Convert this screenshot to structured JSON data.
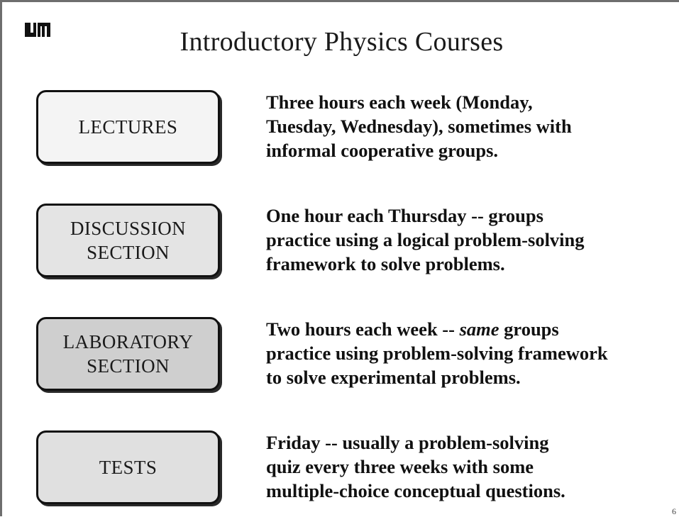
{
  "slide": {
    "title": "Introductory Physics Courses",
    "logo_icon": "umn-logo-icon",
    "page_number": "6",
    "colors": {
      "box_border": "#111111",
      "lectures_fill": "#f4f4f4",
      "discussion_fill": "#e4e4e4",
      "laboratory_fill": "#cfcfcf",
      "tests_fill": "#e0e0e0"
    },
    "rows": [
      {
        "label": "LECTURES",
        "lines": [
          {
            "pre": "Three hours each week (Monday,",
            "em": "",
            "post": ""
          },
          {
            "pre": "Tuesday, Wednesday), sometimes with",
            "em": "",
            "post": ""
          },
          {
            "pre": "informal cooperative groups.",
            "em": "",
            "post": ""
          }
        ]
      },
      {
        "label": "DISCUSSION\nSECTION",
        "lines": [
          {
            "pre": "One hour each Thursday -- groups",
            "em": "",
            "post": ""
          },
          {
            "pre": "practice using a logical problem-solving",
            "em": "",
            "post": ""
          },
          {
            "pre": "framework to solve problems.",
            "em": "",
            "post": ""
          }
        ]
      },
      {
        "label": "LABORATORY\nSECTION",
        "lines": [
          {
            "pre": "Two hours each week -- ",
            "em": "same",
            "post": " groups"
          },
          {
            "pre": "practice using problem-solving framework",
            "em": "",
            "post": ""
          },
          {
            "pre": "to solve experimental problems.",
            "em": "",
            "post": ""
          }
        ]
      },
      {
        "label": "TESTS",
        "lines": [
          {
            "pre": "Friday -- usually a problem-solving",
            "em": "",
            "post": ""
          },
          {
            "pre": "quiz every three weeks with some",
            "em": "",
            "post": ""
          },
          {
            "pre": "multiple-choice conceptual questions.",
            "em": "",
            "post": ""
          }
        ]
      }
    ]
  }
}
